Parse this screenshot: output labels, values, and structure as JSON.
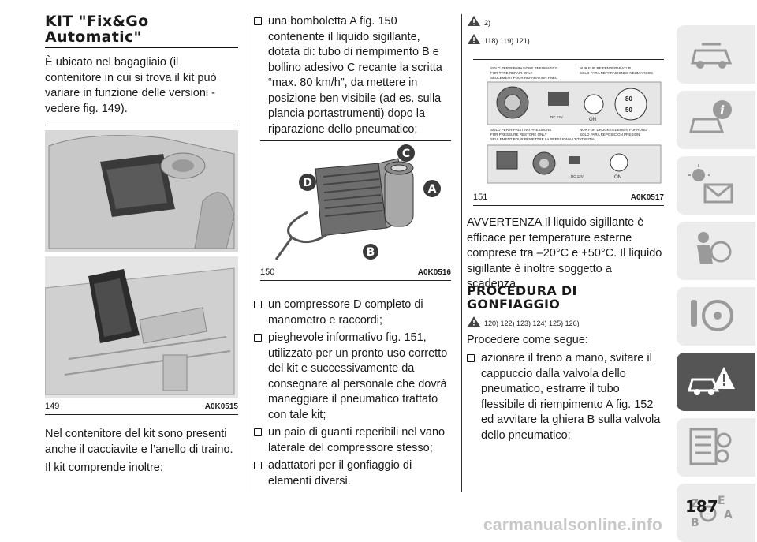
{
  "col1": {
    "title": "KIT \"Fix&Go\nAutomatic\"",
    "intro": "È ubicato nel bagagliaio (il contenitore in cui si trova il kit può variare in funzione delle versioni - vedere fig. 149).",
    "fig_number": "149",
    "fig_code": "A0K0515",
    "para1": "Nel contenitore del kit sono presenti anche il cacciavite e l’anello di traino.",
    "para2": "Il kit comprende inoltre:"
  },
  "col2": {
    "item1": "una bomboletta A fig. 150 contenente il liquido sigillante, dotata di: tubo di riempimento B e bollino adesivo C recante la scritta “max. 80 km/h”, da mettere in posizione ben visibile (ad es. sulla plancia portastrumenti) dopo la riparazione dello pneumatico;",
    "fig_number": "150",
    "fig_code": "A0K0516",
    "fig_labels": {
      "a": "A",
      "b": "B",
      "c": "C",
      "d": "D"
    },
    "items": [
      "un compressore D completo di manometro e raccordi;",
      "pieghevole informativo fig. 151, utilizzato per un pronto uso corretto del kit e successivamente da consegnare al personale che dovrà maneggiare il pneumatico trattato con tale kit;",
      "un paio di guanti reperibili nel vano laterale del compressore stesso;",
      "adattatori per il gonfiaggio di elementi diversi."
    ]
  },
  "col3": {
    "warn1": "2)",
    "warn2": "118) 119) 121)",
    "fig_number": "151",
    "fig_code": "A0K0517",
    "leaflet": {
      "top_left": [
        "SOLO PER RIPARAZIONE PNEUMATICO",
        "FOR TYRE REPAIR ONLY",
        "SEULEMENT POUR REPARATION PNEU"
      ],
      "top_right": [
        "NUR FUR REIFENREPARATUR",
        "SOLO PARA REPARACIONES NEUMATICOS"
      ],
      "bottom_left": [
        "SOLO PER RIPRISTINO PRESSIONE",
        "FOR PRESSURE RESTORE ONLY",
        "SEULEMENT POUR REMETTRE LA PRESSION A L'ETAT INITIAL"
      ],
      "bottom_right": [
        "NUR FUR DRUCKEIEDEREIN FUHRUNG",
        "SOLO PARA REPOSICION PRESION"
      ],
      "on_label": "ON",
      "dc_label": "DC 12V",
      "speed_top": "80",
      "speed_bottom": "50"
    },
    "warning_para": "AVVERTENZA Il liquido sigillante è efficace per temperature esterne comprese tra –20°C e +50°C. Il liquido sigillante è inoltre soggetto a scadenza.",
    "title2": "PROCEDURA DI\nGONFIAGGIO",
    "warn3": "120) 122) 123) 124) 125) 126)",
    "proc_intro": "Procedere come segue:",
    "proc_item": "azionare il freno a mano, svitare il cappuccio dalla valvola dello pneumatico, estrarre il tubo flessibile di riempimento A fig. 152 ed avvitare la ghiera B sulla valvola dello pneumatico;"
  },
  "sidebar": {
    "tabs": [
      "car-dashboard-icon",
      "info-car-icon",
      "lights-envelope-icon",
      "airbag-icon",
      "steering-key-icon",
      "emergency-car-icon",
      "maintenance-list-icon",
      "technical-data-icon",
      "alphabetical-index-icon"
    ],
    "active_index": 5
  },
  "page_number": "187",
  "watermark": "carmanualsonline.info"
}
